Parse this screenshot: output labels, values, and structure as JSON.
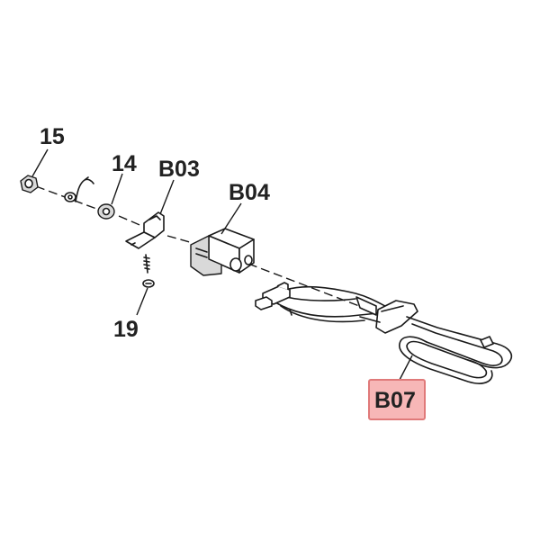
{
  "callouts": {
    "c15": "15",
    "c14": "14",
    "cB03": "B03",
    "cB04": "B04",
    "c19": "19",
    "cB07": "B07"
  },
  "highlight": {
    "part": "B07",
    "fill_color": "#f7b7b7",
    "border_color": "#e07a7a"
  }
}
